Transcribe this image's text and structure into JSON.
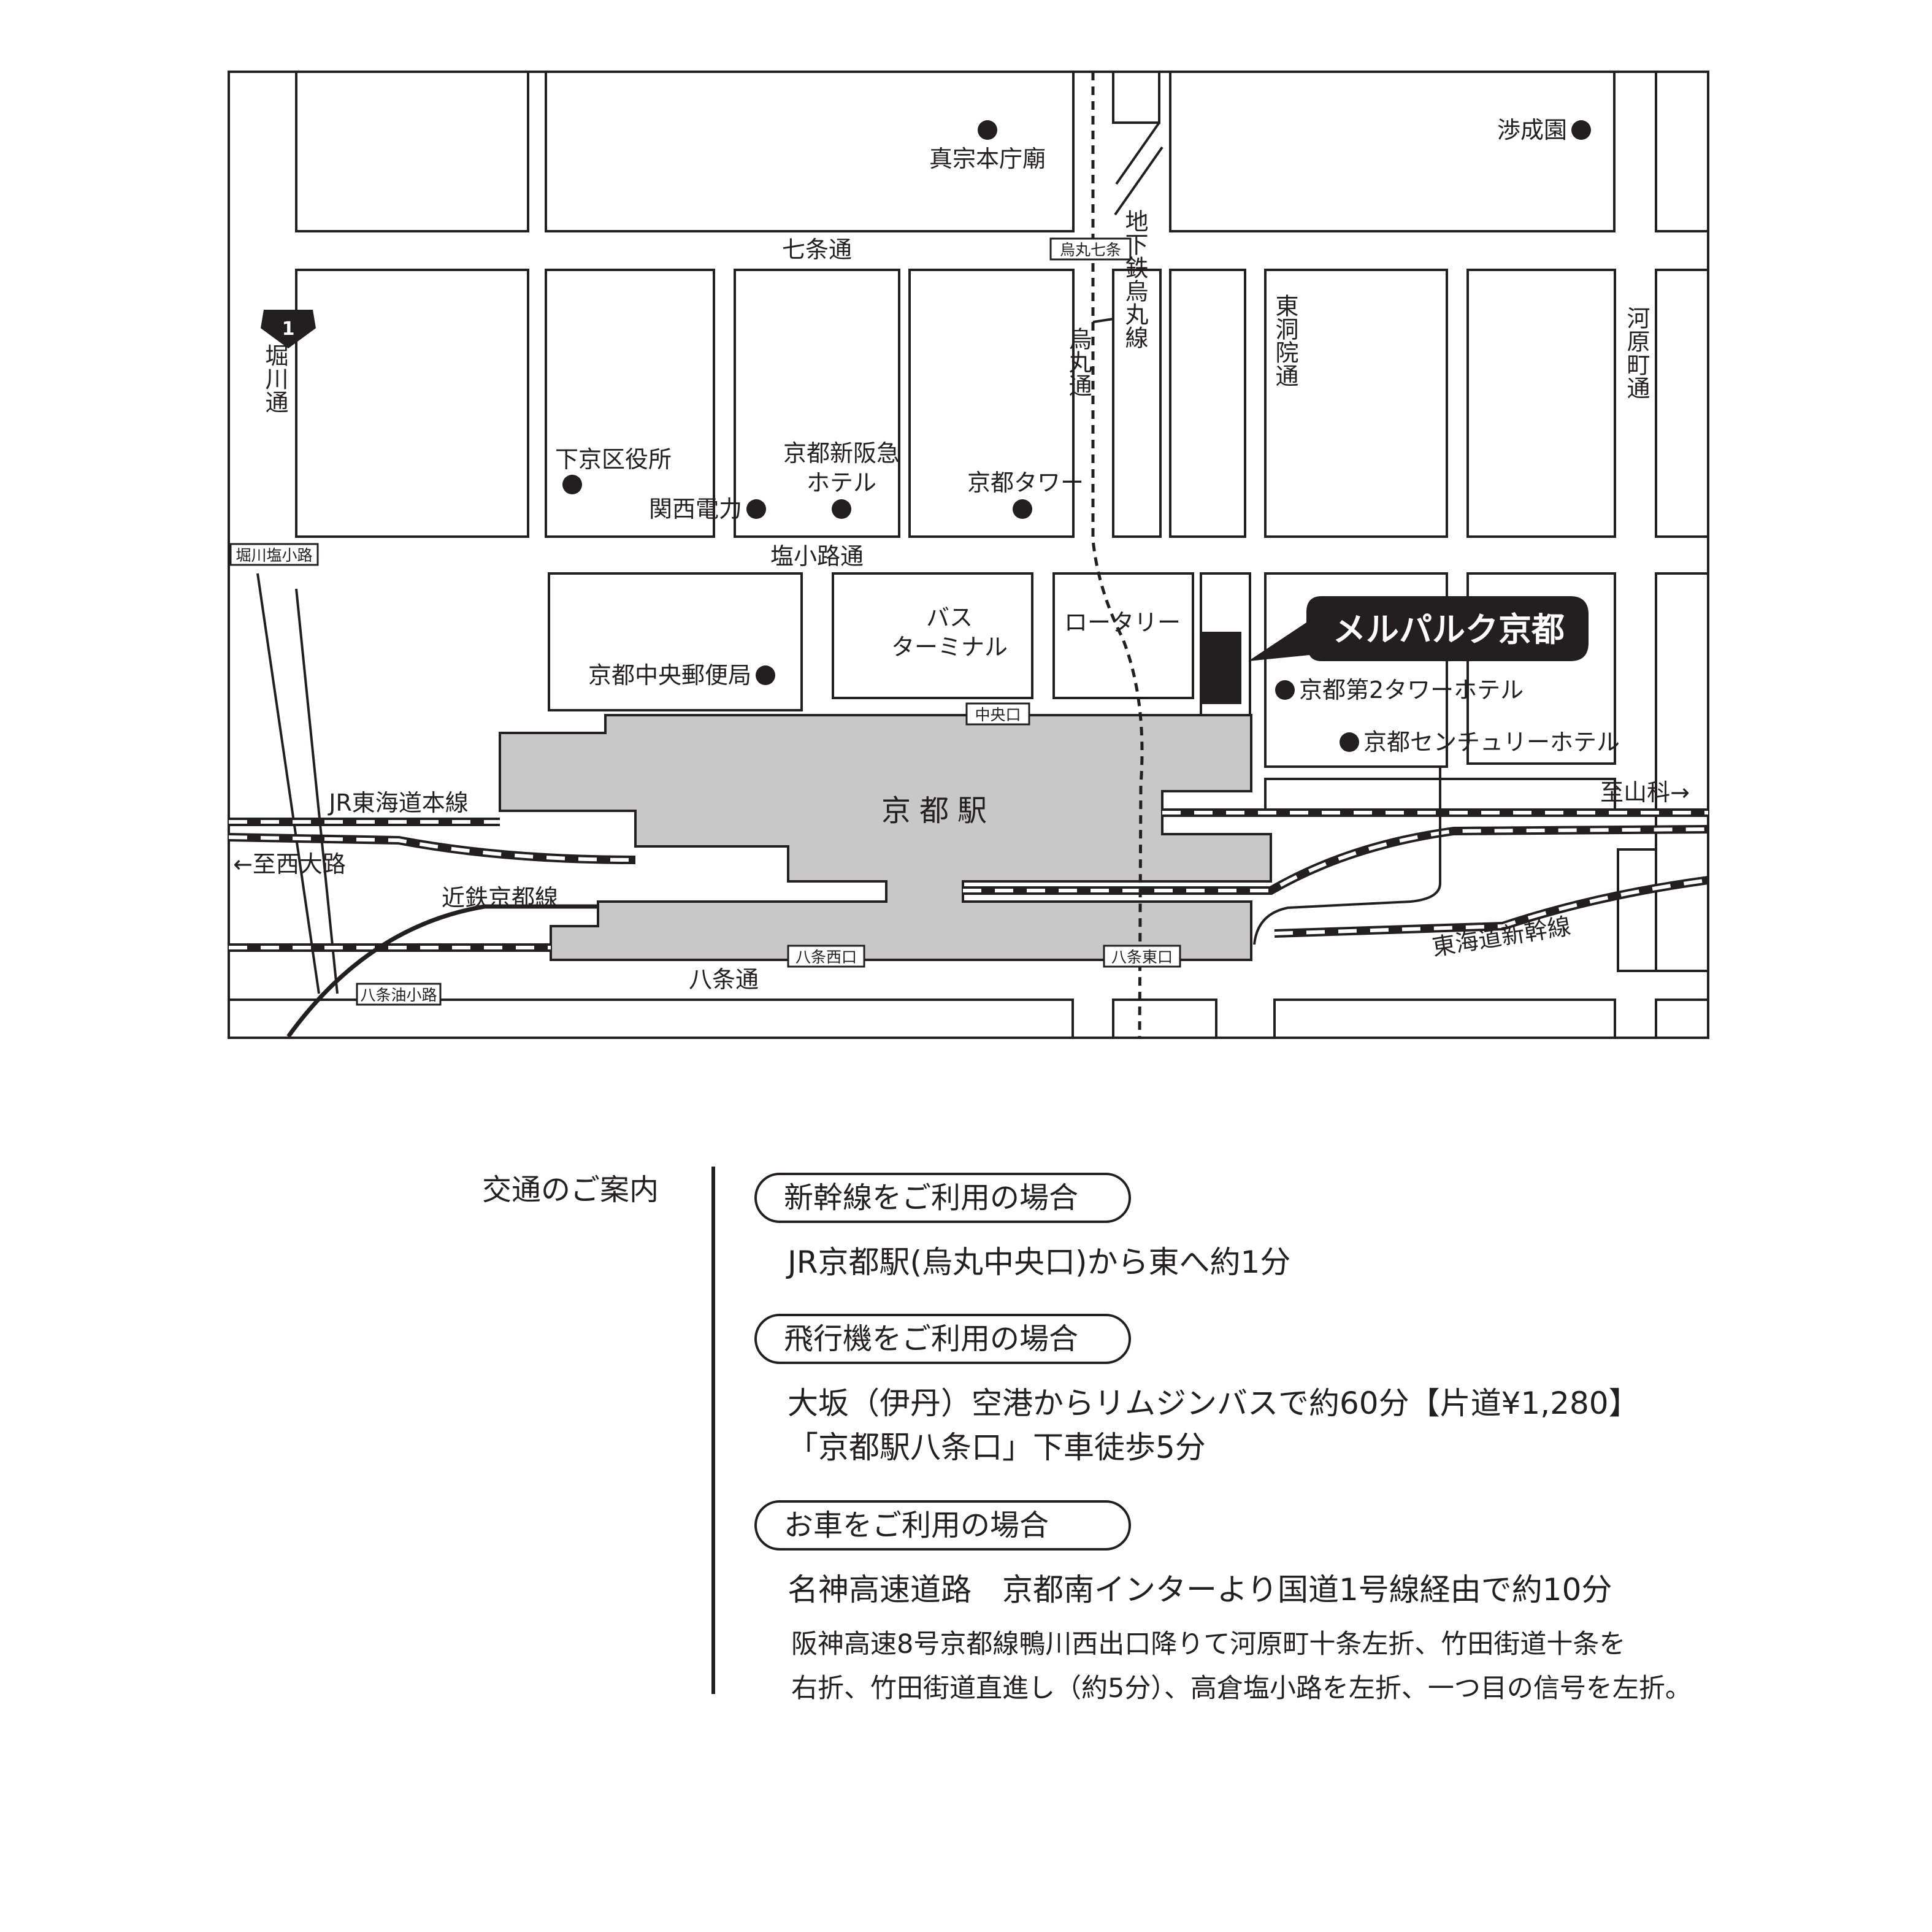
{
  "map": {
    "streets": {
      "shichijo": "七条通",
      "shiokoji": "塩小路通",
      "hachijo": "八条通",
      "horikawa": "堀川通",
      "karasuma": "烏丸通",
      "higashinotoin": "東洞院通",
      "kawaramachi": "河原町通"
    },
    "subway_line": "地下鉄烏丸線",
    "route_marker": "1",
    "intersection_tags": {
      "karasuma_shichijo": "烏丸七条",
      "horikawa_shiokoji": "堀川塩小路",
      "hachijo_aburanokoji": "八条油小路",
      "chuoguchi": "中央口",
      "hachijo_nishiguchi": "八条西口",
      "hachijo_higashiguchi": "八条東口"
    },
    "landmarks": {
      "shinshu_honbyo": "真宗本庁廟",
      "shoseien": "渉成園",
      "shimogyo_ward_office": "下京区役所",
      "kansai_electric": "関西電力",
      "hankyu_hotel_line1": "京都新阪急",
      "hankyu_hotel_line2": "ホテル",
      "kyoto_tower": "京都タワー",
      "bus_terminal_line1": "バス",
      "bus_terminal_line2": "ターミナル",
      "rotary": "ロータリー",
      "central_post_office": "京都中央郵便局",
      "tower_hotel_2": "京都第2タワーホテル",
      "century_hotel": "京都センチュリーホテル"
    },
    "station": "京都駅",
    "destination": "メルパルク京都",
    "railways": {
      "jr_tokaido": "JR東海道本線",
      "kintetsu": "近鉄京都線",
      "shinkansen": "東海道新幹線"
    },
    "directions": {
      "to_yamashina": "至山科→",
      "to_nishioji": "←至西大路"
    },
    "colors": {
      "station_fill": "#c8c8c8",
      "ink": "#231f20",
      "background": "#ffffff"
    }
  },
  "access": {
    "heading": "交通のご案内",
    "sections": [
      {
        "title": "新幹線をご利用の場合",
        "lines": [
          "JR京都駅(烏丸中央口)から東へ約1分"
        ]
      },
      {
        "title": "飛行機をご利用の場合",
        "lines": [
          "大坂（伊丹）空港からリムジンバスで約60分【片道¥1,280】",
          "「京都駅八条口」下車徒歩5分"
        ]
      },
      {
        "title": "お車をご利用の場合",
        "lines": [
          "名神高速道路　京都南インターより国道1号線経由で約10分"
        ],
        "notes": [
          "阪神高速8号京都線鴨川西出口降りて河原町十条左折、竹田街道十条を",
          "右折、竹田街道直進し（約5分）、高倉塩小路を左折、一つ目の信号を左折。"
        ]
      }
    ]
  }
}
